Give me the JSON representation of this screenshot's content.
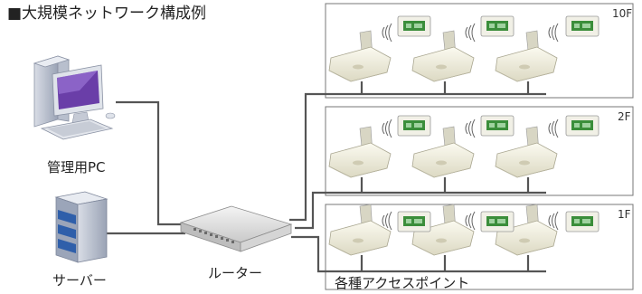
{
  "title": "■大規模ネットワーク構成例",
  "labels": {
    "pc": "管理用PC",
    "server": "サーバー",
    "router": "ルーター",
    "access_points": "各種アクセスポイント"
  },
  "floors": [
    {
      "name": "10F"
    },
    {
      "name": "2F"
    },
    {
      "name": "1F"
    }
  ],
  "colors": {
    "line": "#555555",
    "box_border": "#777777",
    "ap_body": "#efeedd",
    "sensor_screen": "#3b8e3b",
    "pc_purple": "#6a3ea8",
    "server_blue": "#2f5faa"
  }
}
